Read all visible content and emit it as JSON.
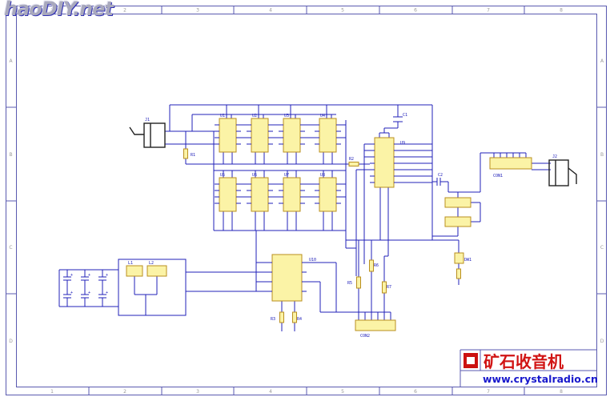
{
  "watermark": {
    "text": "haoDIY.net"
  },
  "title_block": {
    "brand": "矿石收音机",
    "url": "www.crystalradio.cn"
  },
  "zones": {
    "top": [
      "1",
      "2",
      "3",
      "4",
      "5",
      "6",
      "7",
      "8"
    ],
    "side": [
      "A",
      "B",
      "C",
      "D"
    ]
  },
  "labels": {
    "plus": "+",
    "j1": "J1",
    "j2": "J2",
    "u1": "U1",
    "u2": "U2",
    "u3": "U3",
    "u4": "U4",
    "u5": "U5",
    "u6": "U6",
    "u7": "U7",
    "u8": "U8",
    "u9": "U9",
    "u10": "U10",
    "r1": "R1",
    "r2": "R2",
    "r3": "R3",
    "r4": "R4",
    "r5": "R5",
    "r6": "R6",
    "r7": "R7",
    "c1": "C1",
    "c2": "C2",
    "l1": "L1",
    "l2": "L2",
    "dw1": "DW1",
    "con1": "CON1",
    "con2": "CON2"
  },
  "colors": {
    "wire_blue": "#2020b8",
    "component_fill": "#fbf3a6",
    "component_border": "#b98f1f",
    "brand_red": "#d11414",
    "url_blue": "#1818cc",
    "black_part": "#222222"
  }
}
